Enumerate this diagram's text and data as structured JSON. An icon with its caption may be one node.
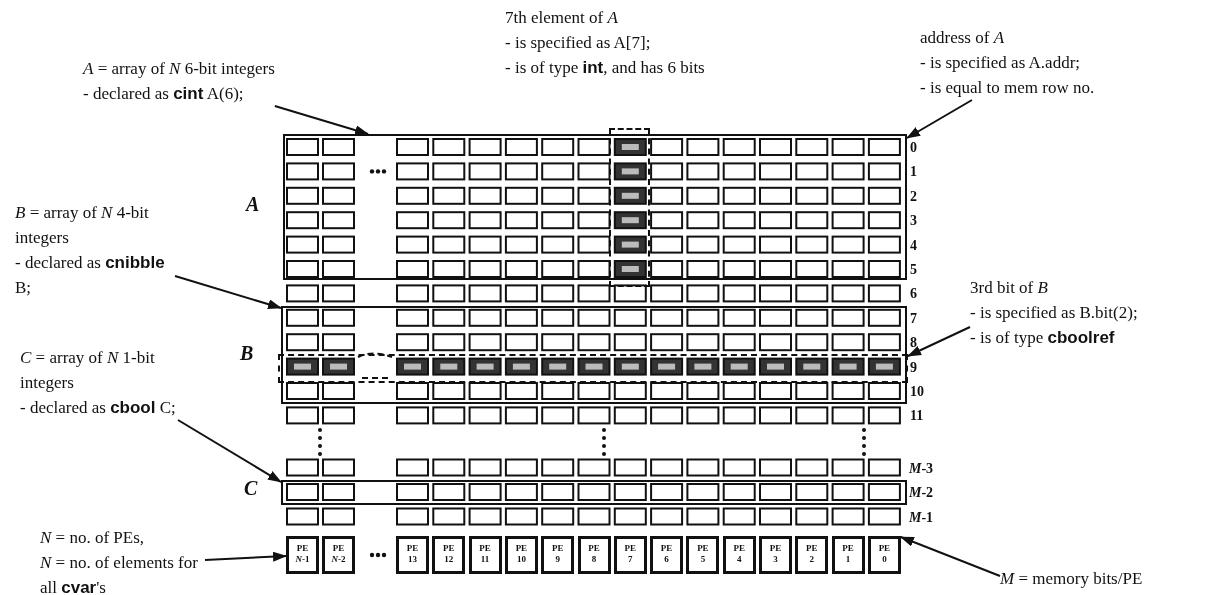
{
  "diagram": {
    "nodes": [
      {
        "text": [
          "*A* = array of *N* 6-bit integers",
          "- declared as **cint** A(6);"
        ]
      },
      {
        "text": [
          "7th element of *A*",
          "- is specified as A[7];",
          "- is of type **int**, and has 6 bits"
        ]
      },
      {
        "text": [
          "address of *A*",
          "- is specified as A.addr;",
          "- is equal to mem row no."
        ]
      },
      {
        "text": [
          "*B* = array of *N* 4-bit integers",
          "- declared as **cnibble** B;"
        ]
      },
      {
        "text": [
          "3rd bit of *B*",
          "- is specified as B.bit(2);",
          "- is of type **cboolref**"
        ]
      },
      {
        "text": [
          "*C* = array of *N* 1-bit integers",
          "- declared as **cbool** C;"
        ]
      },
      {
        "text": [
          "*N* = no. of PEs,",
          "*N* = no. of elements for all **cvar**'s"
        ]
      },
      {
        "text": [
          "*M* = memory bits/PE"
        ]
      },
      {
        "text": [],
        "shape": "box"
      },
      {
        "text": [],
        "shape": "box"
      },
      {
        "text": [],
        "shape": "box"
      },
      {
        "text": [],
        "shape": "box",
        "in": 10
      },
      {
        "text": [],
        "shape": "box"
      },
      {
        "text": [
          "PE",
          "*N*-1"
        ]
      },
      {
        "text": [
          "PE",
          "*N*-2"
        ]
      },
      {
        "text": [
          "PE",
          "13"
        ]
      },
      {
        "text": [
          "PE",
          "12"
        ]
      },
      {
        "text": [
          "PE",
          "11"
        ]
      },
      {
        "text": [
          "PE",
          "10"
        ]
      },
      {
        "text": [
          "PE",
          "9"
        ]
      },
      {
        "text": [
          "PE",
          "8"
        ]
      },
      {
        "text": [
          "PE",
          "7"
        ]
      },
      {
        "text": [
          "PE",
          "6"
        ]
      },
      {
        "text": [
          "PE",
          "5"
        ]
      },
      {
        "text": [
          "PE",
          "4"
        ]
      },
      {
        "text": [
          "PE",
          "3"
        ]
      },
      {
        "text": [
          "PE",
          "2"
        ]
      },
      {
        "text": [
          "PE",
          "1"
        ]
      },
      {
        "text": [
          "PE",
          "0"
        ]
      }
    ],
    "edges": [
      {
        "from": 0,
        "to": 8,
        "arrow": "to"
      },
      {
        "from": 2,
        "to": 8,
        "arrow": "to"
      },
      {
        "from": 3,
        "to": 10,
        "arrow": "to"
      },
      {
        "from": 4,
        "to": 11,
        "arrow": "to"
      },
      {
        "from": 5,
        "to": 12,
        "arrow": "to"
      },
      {
        "from": 6,
        "to": 13,
        "arrow": "to"
      },
      {
        "from": 7,
        "to": 28,
        "arrow": "to"
      }
    ],
    "labels": [
      "0",
      "1",
      "2",
      "3",
      "4",
      "5",
      "6",
      "7",
      "8",
      "9",
      "10",
      "11",
      "*M*-3",
      "*M*-2",
      "*M*-1",
      "A",
      "B",
      "C"
    ]
  }
}
